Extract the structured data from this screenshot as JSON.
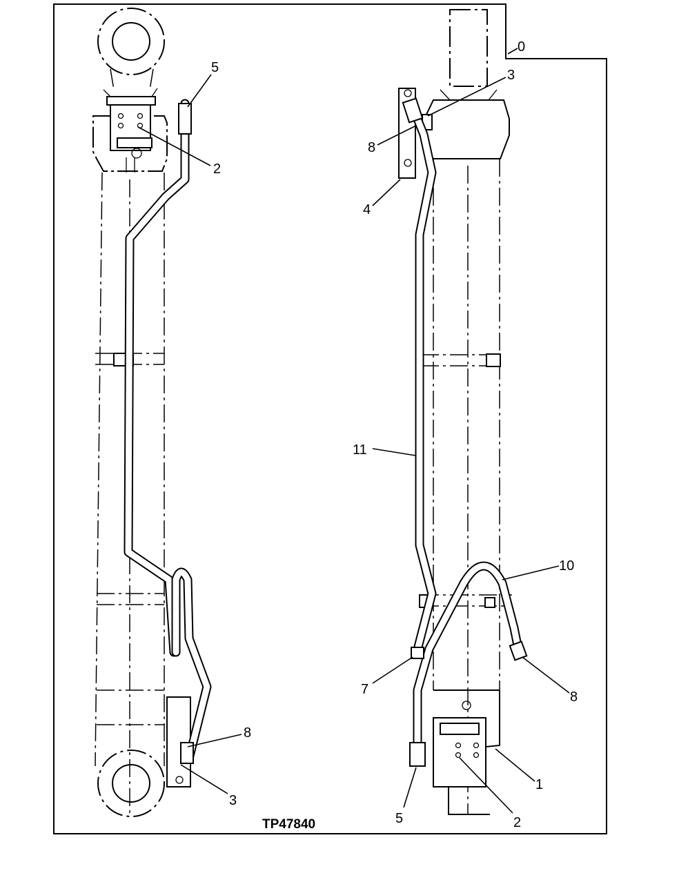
{
  "figure": {
    "id": "TP47840",
    "callouts": {
      "left": {
        "c5": "5",
        "c2": "2",
        "c8": "8",
        "c3": "3"
      },
      "right": {
        "c0": "0",
        "c3": "3",
        "c8": "8",
        "c4": "4",
        "c11": "11",
        "c10": "10",
        "c7": "7",
        "c8b": "8",
        "c1": "1",
        "c5": "5",
        "c2": "2"
      }
    }
  }
}
